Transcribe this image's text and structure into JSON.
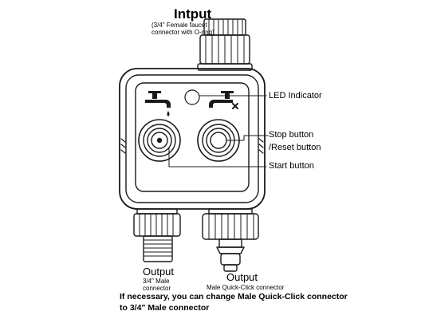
{
  "diagram": {
    "input": {
      "title": "Intput",
      "note_line1": "(3/4\" Female faucet",
      "note_line2": "connector with O-ring)"
    },
    "callouts": {
      "led": "LED Indicator",
      "stop_line1": "Stop button",
      "stop_line2": "/Reset button",
      "start": "Start button"
    },
    "output_left": {
      "title": "Output",
      "sub_line1": "3/4\" Male",
      "sub_line2": "connector"
    },
    "output_right": {
      "title": "Output",
      "sub": "Male Quick-Click connector"
    },
    "footnote": {
      "line1": "If necessary, you can change Male Quick-Click connector",
      "line2": "to 3/4\" Male connector"
    },
    "colors": {
      "stroke": "#1a1a1a",
      "background": "#ffffff"
    }
  }
}
